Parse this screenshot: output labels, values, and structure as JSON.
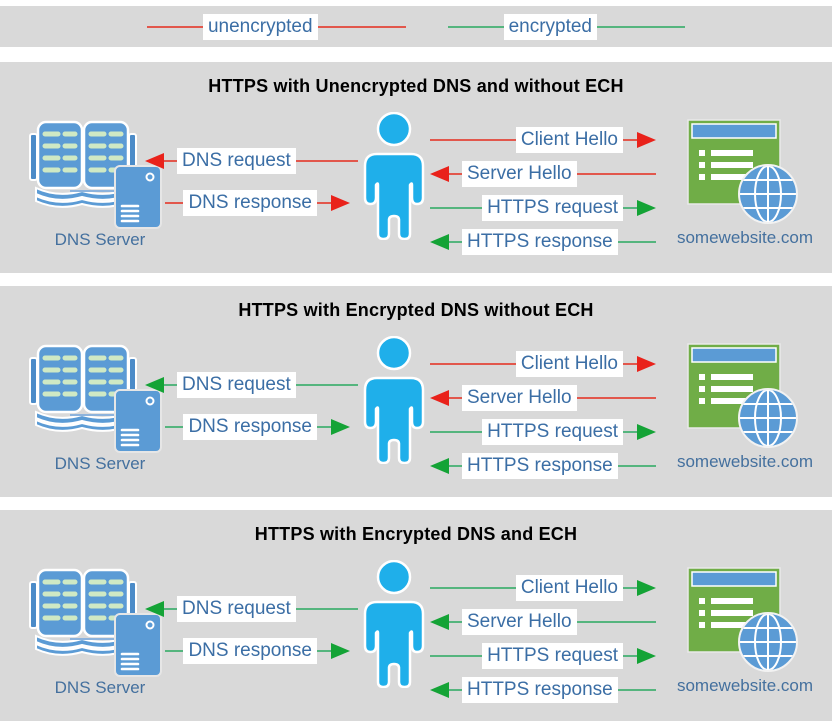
{
  "legend": {
    "items": [
      {
        "label": "unencrypted",
        "color": "red"
      },
      {
        "label": "encrypted",
        "color": "green"
      }
    ]
  },
  "colors": {
    "unencrypted_line": "#e2574c",
    "unencrypted_arrowhead": "#e9221b",
    "encrypted_line": "#55b57e",
    "encrypted_arrowhead": "#14a336",
    "panel_background": "#d9d9d9",
    "label_text": "#3b6ea5",
    "caption_text": "#44709e",
    "icon_blue": "#5b9bd5",
    "person_blue": "#1fafea",
    "website_green": "#70ad47"
  },
  "panels": [
    {
      "title": "HTTPS with Unencrypted DNS and without ECH",
      "dns_server_label": "DNS Server",
      "website_label": "somewebsite.com",
      "arrows": [
        {
          "label": "DNS request",
          "direction": "left",
          "color": "red"
        },
        {
          "label": "DNS response",
          "direction": "right",
          "color": "red"
        },
        {
          "label": "Client Hello",
          "direction": "right",
          "color": "red"
        },
        {
          "label": "Server Hello",
          "direction": "left",
          "color": "red"
        },
        {
          "label": "HTTPS request",
          "direction": "right",
          "color": "green"
        },
        {
          "label": "HTTPS response",
          "direction": "left",
          "color": "green"
        }
      ]
    },
    {
      "title": "HTTPS with Encrypted DNS without ECH",
      "dns_server_label": "DNS Server",
      "website_label": "somewebsite.com",
      "arrows": [
        {
          "label": "DNS request",
          "direction": "left",
          "color": "green"
        },
        {
          "label": "DNS response",
          "direction": "right",
          "color": "green"
        },
        {
          "label": "Client Hello",
          "direction": "right",
          "color": "red"
        },
        {
          "label": "Server Hello",
          "direction": "left",
          "color": "red"
        },
        {
          "label": "HTTPS request",
          "direction": "right",
          "color": "green"
        },
        {
          "label": "HTTPS response",
          "direction": "left",
          "color": "green"
        }
      ]
    },
    {
      "title": "HTTPS with Encrypted DNS and ECH",
      "dns_server_label": "DNS Server",
      "website_label": "somewebsite.com",
      "arrows": [
        {
          "label": "DNS request",
          "direction": "left",
          "color": "green"
        },
        {
          "label": "DNS response",
          "direction": "right",
          "color": "green"
        },
        {
          "label": "Client Hello",
          "direction": "right",
          "color": "green"
        },
        {
          "label": "Server Hello",
          "direction": "left",
          "color": "green"
        },
        {
          "label": "HTTPS request",
          "direction": "right",
          "color": "green"
        },
        {
          "label": "HTTPS response",
          "direction": "left",
          "color": "green"
        }
      ]
    }
  ]
}
